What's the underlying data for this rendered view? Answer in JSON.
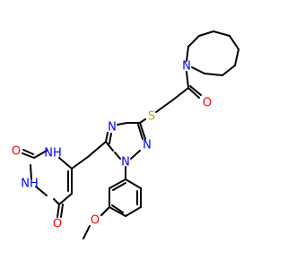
{
  "colors": {
    "nitrogen": "#0000ff",
    "oxygen": "#ff0000",
    "sulfur": "#b8a800",
    "bond": "#000000",
    "background": "#ffffff"
  },
  "atoms": {
    "azepane_n": "N",
    "amide_o": "O",
    "thioether_s": "S",
    "triazole_n1": "N",
    "triazole_n2": "N",
    "triazole_n4": "N",
    "pyrimidine_n1h": "NH",
    "pyrimidine_n3h": "NH",
    "pyrimidine_o2": "O",
    "pyrimidine_o4": "O",
    "methoxy_o": "O"
  }
}
